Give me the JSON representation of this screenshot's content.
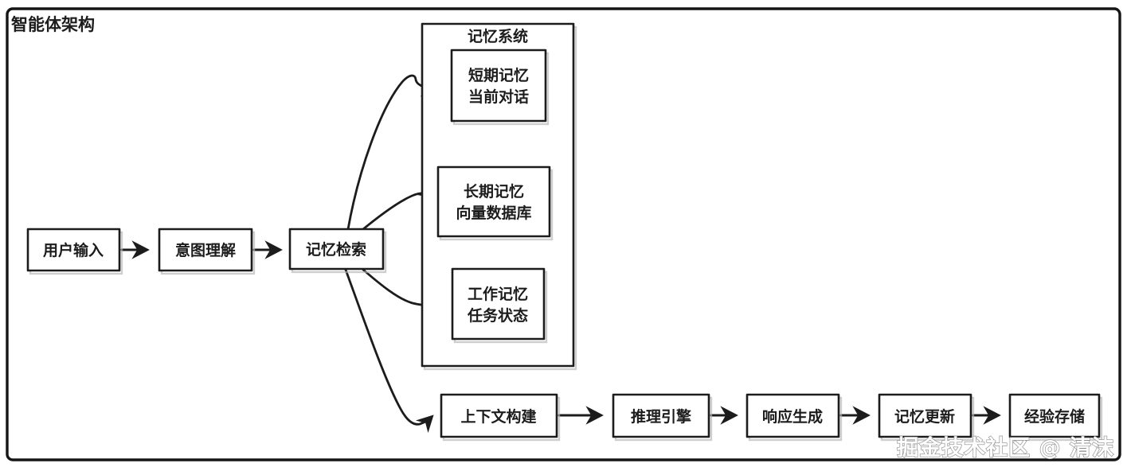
{
  "title": "智能体架构",
  "watermark": "掘金技术社区 @ 清沫",
  "colors": {
    "ink": "#1c1c1c",
    "background": "#ffffff",
    "box_shadow": "#b3b3b3",
    "watermark_fill": "#fdfdfd",
    "watermark_outline": "#8f8f8f"
  },
  "nodes": {
    "user_input": {
      "label": "用户输入"
    },
    "intent_understanding": {
      "label": "意图理解"
    },
    "memory_retrieval": {
      "label": "记忆检索"
    },
    "memory_system": {
      "label": "记忆系统"
    },
    "short_term_memory": {
      "line1": "短期记忆",
      "line2": "当前对话"
    },
    "long_term_memory": {
      "line1": "长期记忆",
      "line2": "向量数据库"
    },
    "working_memory": {
      "line1": "工作记忆",
      "line2": "任务状态"
    },
    "context_building": {
      "label": "上下文构建"
    },
    "reasoning_engine": {
      "label": "推理引擎"
    },
    "response_generation": {
      "label": "响应生成"
    },
    "memory_update": {
      "label": "记忆更新"
    },
    "experience_storage": {
      "label": "经验存储"
    }
  },
  "edges": [
    {
      "from": "user_input",
      "to": "intent_understanding"
    },
    {
      "from": "intent_understanding",
      "to": "memory_retrieval"
    },
    {
      "from": "memory_retrieval",
      "to": "short_term_memory"
    },
    {
      "from": "memory_retrieval",
      "to": "long_term_memory"
    },
    {
      "from": "memory_retrieval",
      "to": "working_memory"
    },
    {
      "from": "memory_retrieval",
      "to": "context_building"
    },
    {
      "from": "context_building",
      "to": "reasoning_engine"
    },
    {
      "from": "reasoning_engine",
      "to": "response_generation"
    },
    {
      "from": "response_generation",
      "to": "memory_update"
    },
    {
      "from": "memory_update",
      "to": "experience_storage"
    }
  ]
}
